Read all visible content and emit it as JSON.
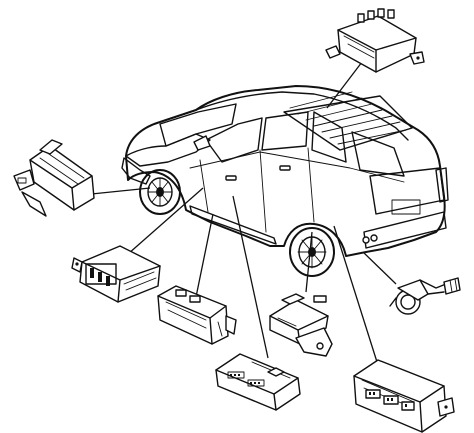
{
  "diagram": {
    "components": [
      "vehicle",
      "module-roof-top-right",
      "module-left-fender",
      "module-under-dash-left",
      "module-rail-center",
      "module-console-bottom-center",
      "module-bracket-rear-wheel",
      "module-large-bottom-right",
      "sensor-connector-right"
    ],
    "colors": {
      "ink": "#111111",
      "background": "#ffffff"
    }
  }
}
